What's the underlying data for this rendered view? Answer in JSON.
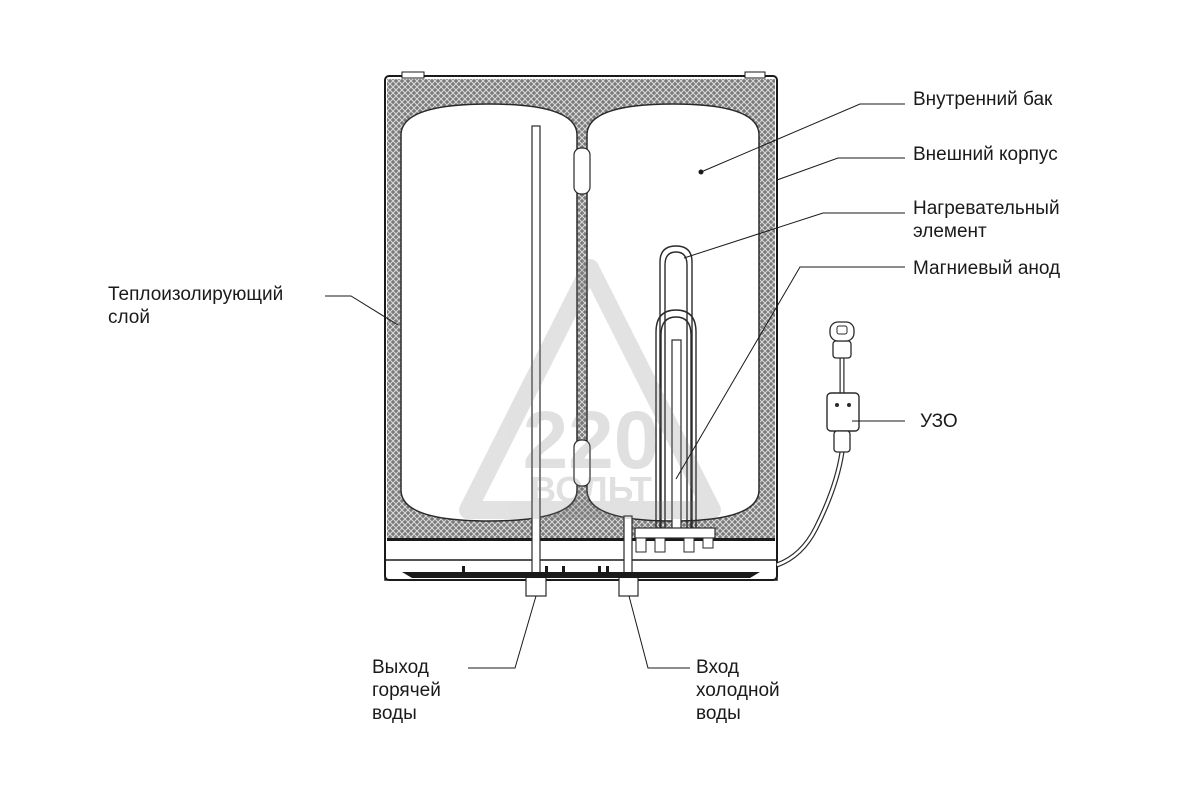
{
  "labels": {
    "inner_tank": "Внутренний бак",
    "outer_case": "Внешний корпус",
    "heating_element_line1": "Нагревательный",
    "heating_element_line2": "элемент",
    "magnesium_anode": "Магниевый анод",
    "insulation_line1": "Теплоизолирующий",
    "insulation_line2": "слой",
    "rcd": "УЗО",
    "hot_outlet_line1": "Выход",
    "hot_outlet_line2": "горячей",
    "hot_outlet_line3": "воды",
    "cold_inlet_line1": "Вход",
    "cold_inlet_line2": "холодной",
    "cold_inlet_line3": "воды"
  },
  "watermark": {
    "number": "220",
    "text": "ВОЛЬТ"
  }
}
